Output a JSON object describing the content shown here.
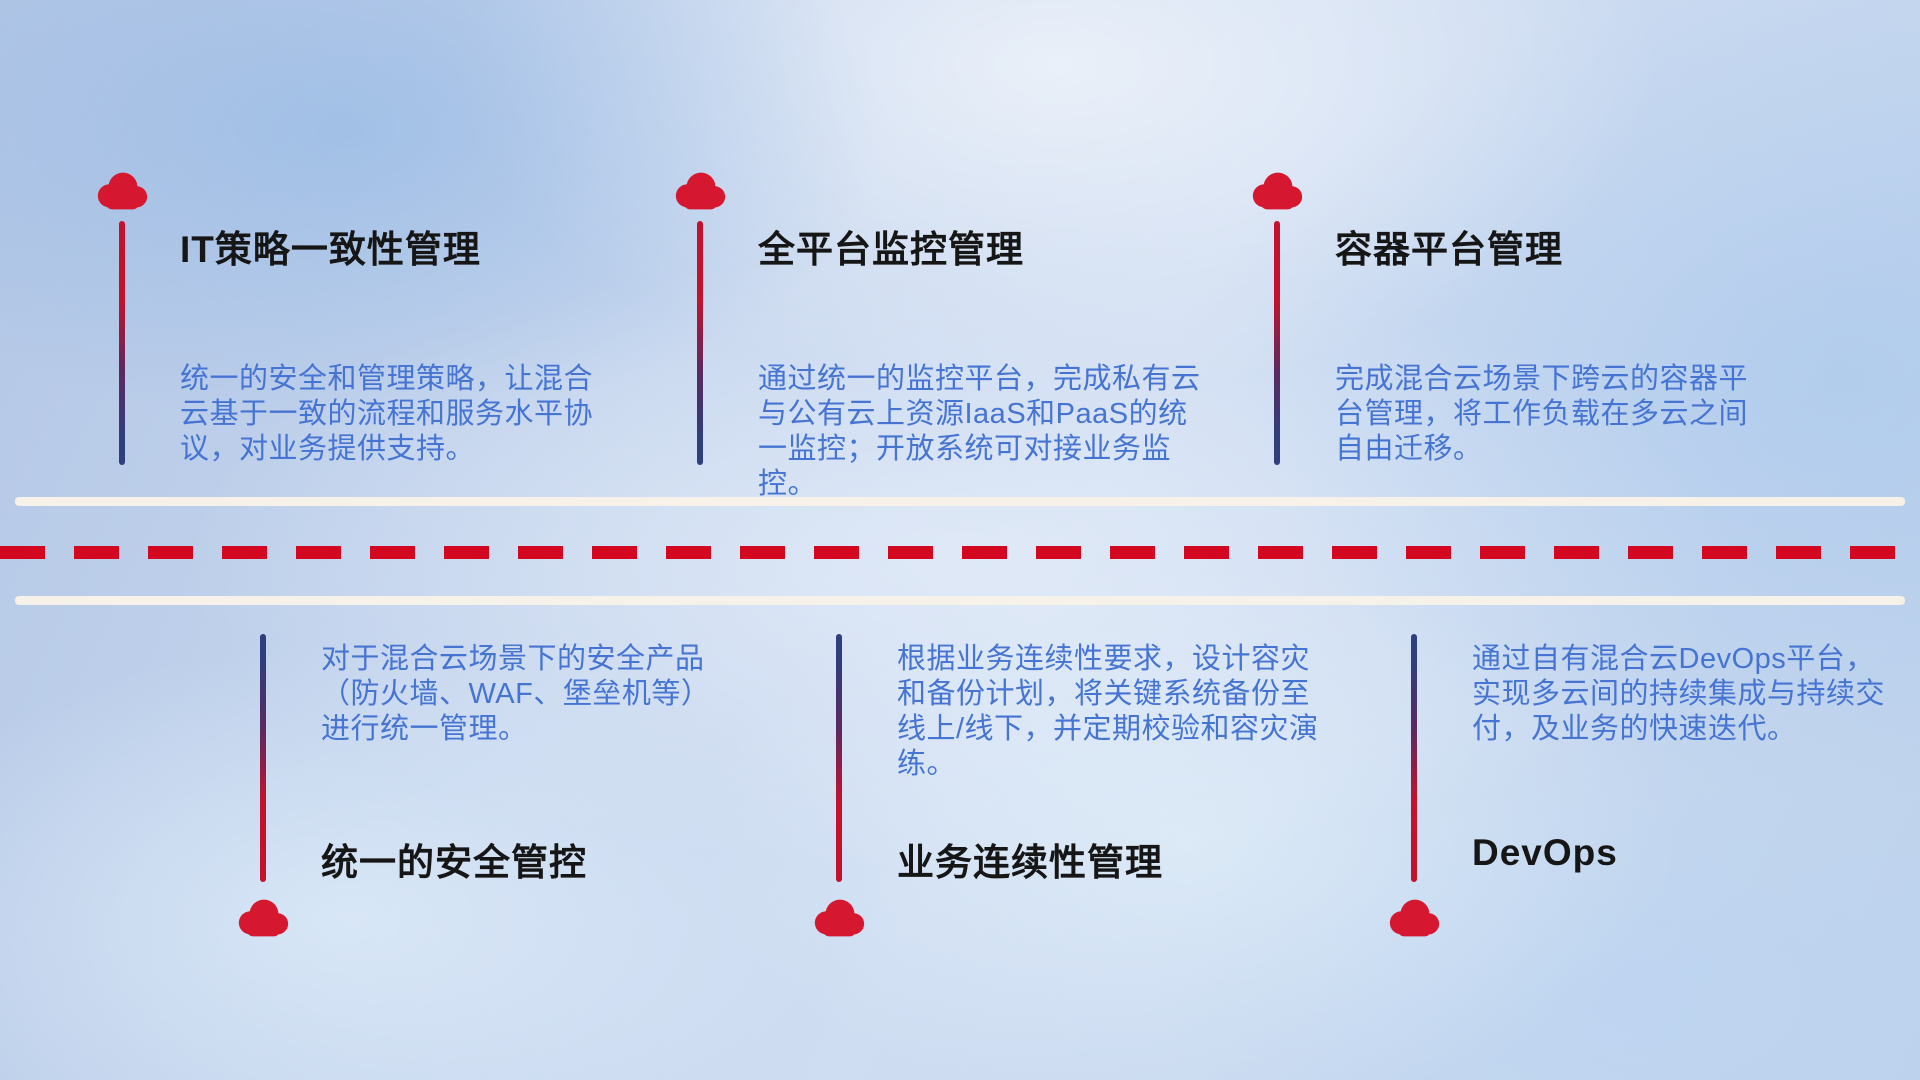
{
  "diagram": {
    "top_items": [
      {
        "icon": "cloud-icon",
        "title": "IT策略一致性管理",
        "description": "统一的安全和管理策略，让混合云基于一致的流程和服务水平协议，对业务提供支持。"
      },
      {
        "icon": "cloud-icon",
        "title": "全平台监控管理",
        "description": "通过统一的监控平台，完成私有云与公有云上资源IaaS和PaaS的统一监控；开放系统可对接业务监控。"
      },
      {
        "icon": "cloud-icon",
        "title": "容器平台管理",
        "description": "完成混合云场景下跨云的容器平台管理，将工作负载在多云之间自由迁移。"
      }
    ],
    "bottom_items": [
      {
        "icon": "cloud-icon",
        "title": "统一的安全管控",
        "description": "对于混合云场景下的安全产品（防火墙、WAF、堡垒机等）进行统一管理。"
      },
      {
        "icon": "cloud-icon",
        "title": "业务连续性管理",
        "description": "根据业务连续性要求，设计容灾和备份计划，将关键系统备份至线上/线下，并定期校验和容灾演练。"
      },
      {
        "icon": "cloud-icon",
        "title": "DevOps",
        "description": "通过自有混合云DevOps平台，实现多云间的持续集成与持续交付，及业务的快速迭代。"
      }
    ],
    "colors": {
      "cloud_red": "#d5182f",
      "stem_red": "#c4122d",
      "stem_navy": "#2f3e7d",
      "dash_red": "#d30820",
      "road_white": "#f6f1e9",
      "title_text": "#161616",
      "description_text": "#4674d2",
      "background_blue": "#bcd0ea"
    }
  }
}
